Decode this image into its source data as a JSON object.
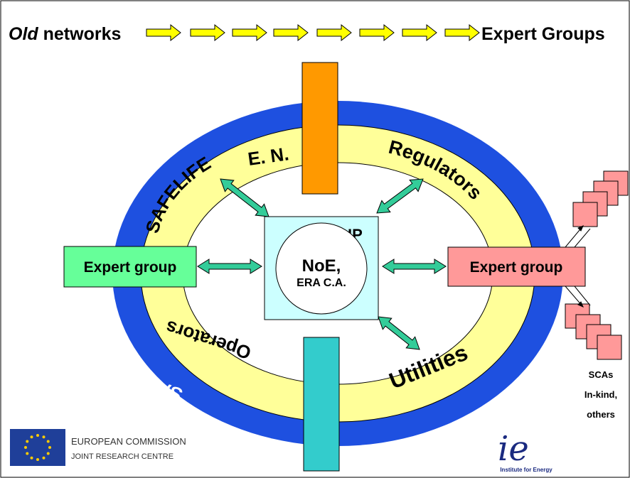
{
  "header": {
    "old_italic": "Old",
    "old_rest": " networks",
    "target": "Expert Groups"
  },
  "ring_labels": {
    "jrc_support": "JRC support",
    "safelife_outer": "SAFELIFE",
    "safelife_inner": "SAFELIFE",
    "en": "E. N.",
    "regulators": "Regulators",
    "operators": "Operators",
    "utilities": "Utilities"
  },
  "center": {
    "ip": "IP",
    "noe": "NoE,",
    "era": "ERA C.A."
  },
  "expert_left": "Expert group",
  "expert_right": "Expert group",
  "side_notes": [
    "SCAs",
    "In-kind,",
    "others"
  ],
  "footer": {
    "ec_line1": "EUROPEAN COMMISSION",
    "ec_line2": "JOINT RESEARCH CENTRE",
    "ie_logo": "ie",
    "ie_caption": "Institute for Energy"
  },
  "colors": {
    "outer_ring": "#1e50e0",
    "inner_ring": "#ffff99",
    "orange_bar": "#ff9900",
    "teal_bar": "#33cccc",
    "center_box": "#ccffff",
    "expert_left": "#66ff99",
    "expert_right": "#ff9999",
    "arrow_teal": "#33cc99",
    "header_arrow": "#ffff00",
    "eu_flag": "#1f3f99",
    "eu_star": "#ffcc00"
  }
}
